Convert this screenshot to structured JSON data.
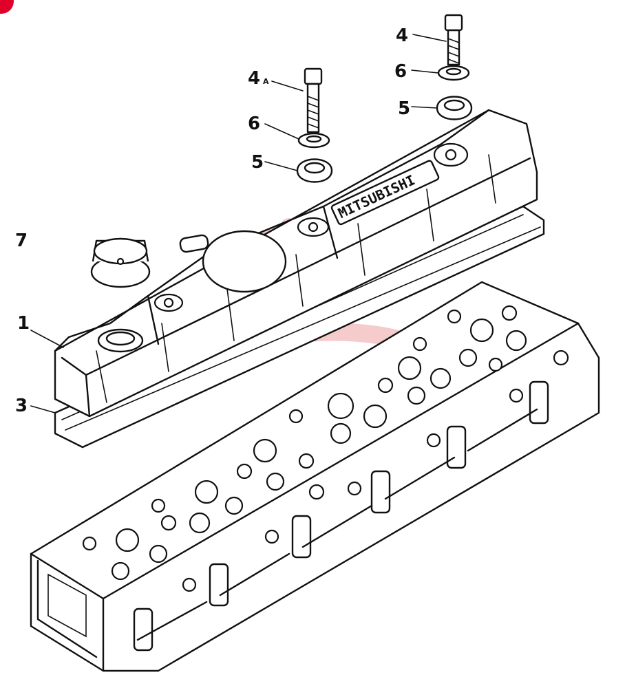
{
  "diagram": {
    "parts": [
      {
        "id": "1",
        "label": "1"
      },
      {
        "id": "3",
        "label": "3"
      },
      {
        "id": "4a",
        "label": "4"
      },
      {
        "id": "4b",
        "label": "4"
      },
      {
        "id": "5a",
        "label": "5"
      },
      {
        "id": "5b",
        "label": "5"
      },
      {
        "id": "6a",
        "label": "6"
      },
      {
        "id": "6b",
        "label": "6"
      },
      {
        "id": "7",
        "label": "7"
      }
    ],
    "small_marker": "A",
    "cover_engraving": "MITSUBISHI",
    "colors": {
      "line": "#111111",
      "watermark": "#e98b8b",
      "corner_badge": "#e0002a"
    }
  }
}
